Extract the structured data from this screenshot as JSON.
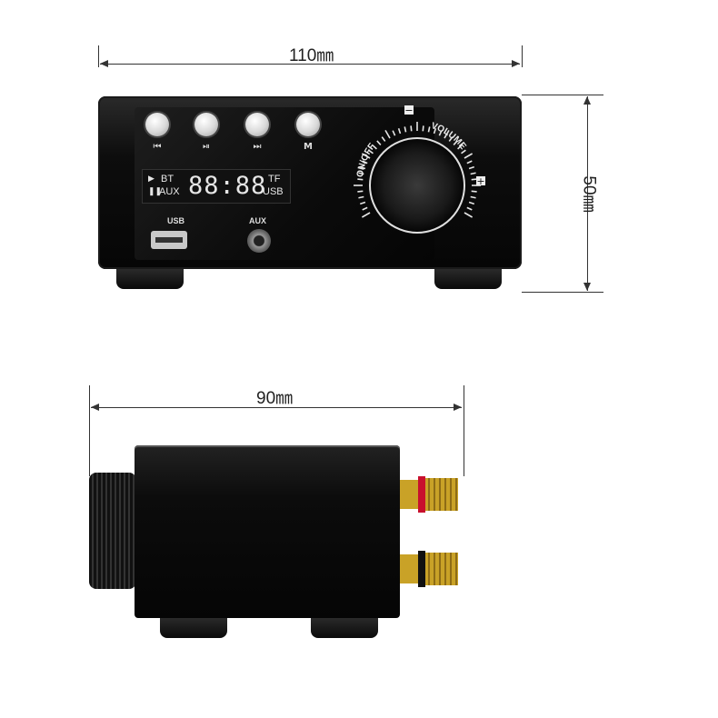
{
  "dimensions": {
    "front_width": "110㎜",
    "front_height": "50㎜",
    "side_width": "90㎜"
  },
  "front_panel": {
    "buttons": [
      {
        "icon": "skip-back-icon",
        "glyph": "⏮"
      },
      {
        "icon": "play-pause-icon",
        "glyph": "⏯"
      },
      {
        "icon": "skip-forward-icon",
        "glyph": "⏭"
      },
      {
        "icon": "mode-icon",
        "glyph": "M"
      }
    ],
    "display": {
      "bt": "BT",
      "aux": "AUX",
      "tf": "TF",
      "usb": "USB",
      "digits": "88:88"
    },
    "usb_label": "USB",
    "aux_label": "AUX",
    "knob": {
      "on_off": "ON/OFF",
      "volume": "VOLUME",
      "minus": "−",
      "plus": "+"
    }
  },
  "colors": {
    "body": "#0a0a0a",
    "terminal_red": "#c8102e",
    "terminal_gold": "#c9a227"
  }
}
